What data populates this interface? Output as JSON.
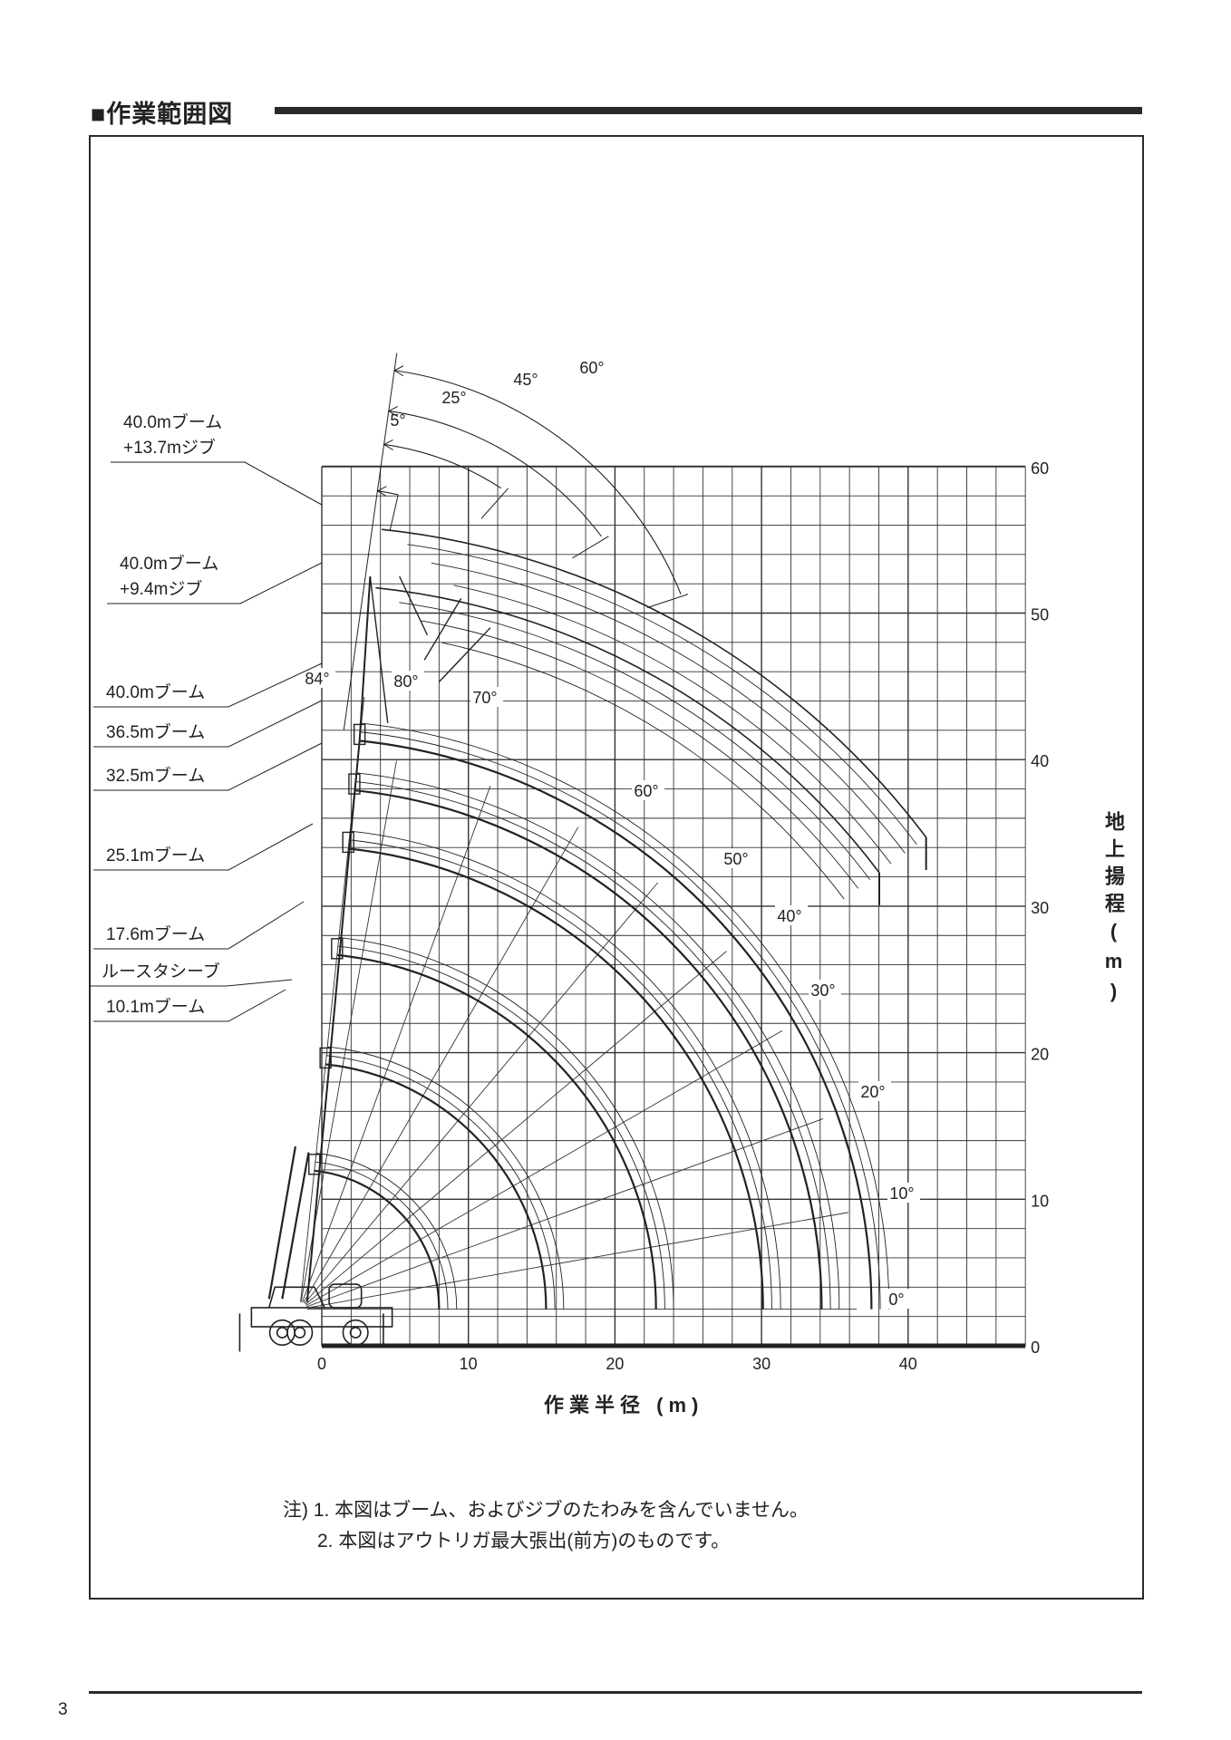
{
  "header": {
    "title": "■作業範囲図"
  },
  "notes": {
    "line1": "注) 1. 本図はブーム、およびジブのたわみを含んでいません。",
    "line2": "2. 本図はアウトリガ最大張出(前方)のものです。"
  },
  "page_number": "3",
  "chart_data": {
    "type": "line",
    "title": "作業範囲図",
    "xlabel": "作業半径 (m)",
    "ylabel": "地上揚程(m)",
    "xlim": [
      0,
      48
    ],
    "ylim": [
      0,
      60
    ],
    "grid": true,
    "grid_step": 2,
    "xticks": [
      "0",
      "10",
      "20",
      "30",
      "40"
    ],
    "yticks": [
      "0",
      "10",
      "20",
      "30",
      "40",
      "50",
      "60"
    ],
    "pivot": {
      "x": -1.5,
      "y": 2.5
    },
    "booms": [
      {
        "label": "10.1mブーム",
        "radius": 9.5,
        "max_height": 12.2,
        "max_radius": 7.8
      },
      {
        "label": "17.6mブーム",
        "radius": 16.8,
        "max_height": 19.5,
        "max_radius": 15.0
      },
      {
        "label": "25.1mブーム",
        "radius": 24.3,
        "max_height": 26.9,
        "max_radius": 22.6
      },
      {
        "label": "32.5mブーム",
        "radius": 31.6,
        "max_height": 33.7,
        "max_radius": 30.0
      },
      {
        "label": "36.5mブーム",
        "radius": 35.6,
        "max_height": 38.0,
        "max_radius": 34.0
      },
      {
        "label": "40.0mブーム",
        "radius": 39.0,
        "max_height": 41.5,
        "max_radius": 37.5
      }
    ],
    "jibs": [
      {
        "label_1": "40.0mブーム",
        "label_2": "+9.4mジブ",
        "radius": 49.5,
        "max_height": 52.5,
        "max_radius": 37.5
      },
      {
        "label_1": "40.0mブーム",
        "label_2": "+13.7mジブ",
        "radius": 53.5,
        "max_height": 55.5,
        "max_radius": 40.5
      }
    ],
    "sheave_label": "ルースタシーブ",
    "boom_angles": [
      "0°",
      "10°",
      "20°",
      "30°",
      "40°",
      "50°",
      "60°",
      "70°",
      "80°",
      "84°"
    ],
    "boom_angle_values": [
      0,
      10,
      20,
      30,
      40,
      50,
      60,
      70,
      80,
      84
    ],
    "jib_offsets": [
      "5°",
      "25°",
      "45°",
      "60°"
    ],
    "jib_offset_values": [
      5,
      25,
      45,
      60
    ]
  }
}
